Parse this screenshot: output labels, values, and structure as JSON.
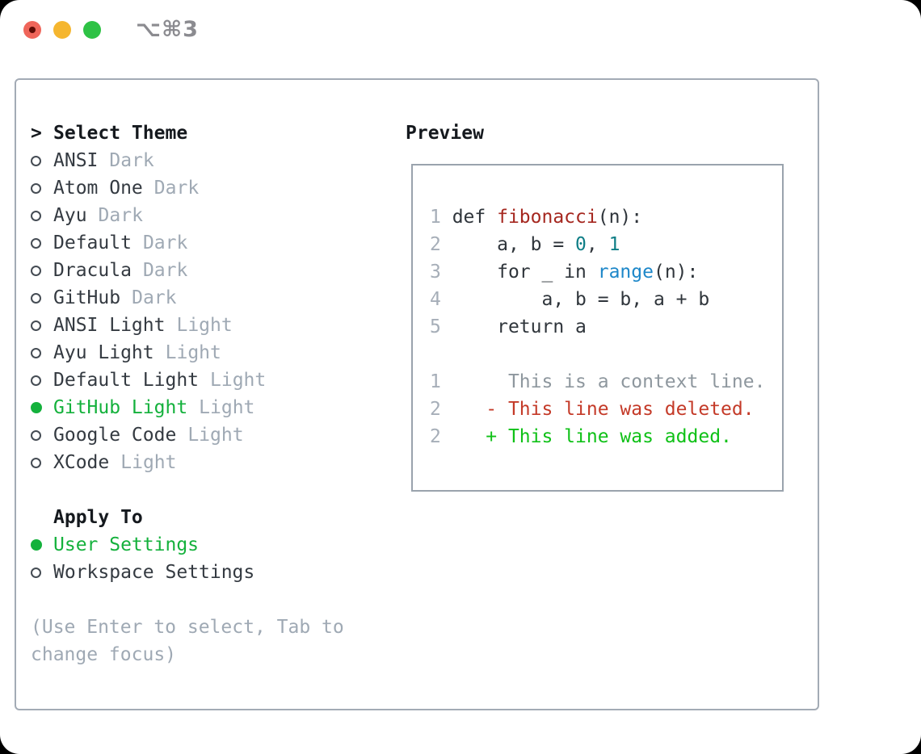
{
  "window": {
    "title": "⌥⌘3",
    "traffic_lights": [
      "close",
      "minimize",
      "zoom"
    ]
  },
  "colors": {
    "green": "#14b13c",
    "added": "#0fc117",
    "deleted": "#c43a28",
    "func_red": "#a5271f",
    "num_teal": "#0e7e86",
    "call_blue": "#1d87c9",
    "muted": "#9fa9b4",
    "context": "#8e979e",
    "text": "#343a41",
    "heading": "#15191e",
    "border": "#a3abb5"
  },
  "left": {
    "header": {
      "prefix": ">",
      "label": "Select Theme"
    },
    "themes": [
      {
        "name": "ANSI",
        "tag": "Dark",
        "selected": false
      },
      {
        "name": "Atom One",
        "tag": "Dark",
        "selected": false
      },
      {
        "name": "Ayu",
        "tag": "Dark",
        "selected": false
      },
      {
        "name": "Default",
        "tag": "Dark",
        "selected": false
      },
      {
        "name": "Dracula",
        "tag": "Dark",
        "selected": false
      },
      {
        "name": "GitHub",
        "tag": "Dark",
        "selected": false
      },
      {
        "name": "ANSI Light",
        "tag": "Light",
        "selected": false
      },
      {
        "name": "Ayu Light",
        "tag": "Light",
        "selected": false
      },
      {
        "name": "Default Light",
        "tag": "Light",
        "selected": false
      },
      {
        "name": "GitHub Light",
        "tag": "Light",
        "selected": true
      },
      {
        "name": "Google Code",
        "tag": "Light",
        "selected": false
      },
      {
        "name": "XCode",
        "tag": "Light",
        "selected": false
      }
    ],
    "apply_to": {
      "label": "Apply To",
      "options": [
        {
          "name": "User Settings",
          "selected": true
        },
        {
          "name": "Workspace Settings",
          "selected": false
        }
      ]
    },
    "hint_lines": [
      "(Use Enter to select, Tab to",
      "change focus)"
    ]
  },
  "preview": {
    "label": "Preview",
    "code_lines": [
      {
        "no": "1",
        "tokens": [
          {
            "t": "def ",
            "c": "code"
          },
          {
            "t": "fibonacci",
            "c": "func"
          },
          {
            "t": "(n):",
            "c": "code"
          }
        ]
      },
      {
        "no": "2",
        "tokens": [
          {
            "t": "    a, b = ",
            "c": "code"
          },
          {
            "t": "0",
            "c": "num"
          },
          {
            "t": ", ",
            "c": "code"
          },
          {
            "t": "1",
            "c": "num"
          }
        ]
      },
      {
        "no": "3",
        "tokens": [
          {
            "t": "    for _ in ",
            "c": "code"
          },
          {
            "t": "range",
            "c": "call"
          },
          {
            "t": "(n):",
            "c": "code"
          }
        ]
      },
      {
        "no": "4",
        "tokens": [
          {
            "t": "        a, b = b, a + b",
            "c": "code"
          }
        ]
      },
      {
        "no": "5",
        "tokens": [
          {
            "t": "    return a",
            "c": "code"
          }
        ]
      }
    ],
    "diff_lines": [
      {
        "no": "1",
        "tokens": [
          {
            "t": "     This is a context line.",
            "c": "context"
          }
        ]
      },
      {
        "no": "2",
        "tokens": [
          {
            "t": "   ",
            "c": "context"
          },
          {
            "t": "- This line was deleted.",
            "c": "del"
          }
        ]
      },
      {
        "no": "2",
        "tokens": [
          {
            "t": "   ",
            "c": "context"
          },
          {
            "t": "+ This line was added.",
            "c": "add"
          }
        ]
      }
    ]
  }
}
